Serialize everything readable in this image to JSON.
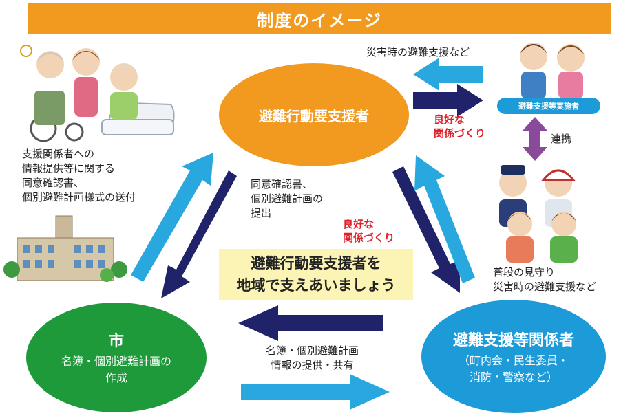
{
  "title": "制度のイメージ",
  "nodes": {
    "main": "避難行動要支援者",
    "city_title": "市",
    "city_sub": [
      "名簿・個別避難計画の",
      "作成"
    ],
    "sup_title": "避難支援等関係者",
    "sup_sub": [
      "（町内会・民生委員・",
      "消防・警察など）"
    ],
    "implementer": "避難支援等実施者"
  },
  "labels": {
    "disaster_support": "災害時の避難支援など",
    "good_relation_1": [
      "良好な",
      "関係づくり"
    ],
    "good_relation_2": [
      "良好な",
      "関係づくり"
    ],
    "cooperation": "連携",
    "send_forms": [
      "支援関係者への",
      "情報提供等に関する",
      "同意確認書、",
      "個別避難計画様式の送付"
    ],
    "submit": [
      "同意確認書、",
      "個別避難計画の",
      "提出"
    ],
    "watch": [
      "普段の見守り",
      "災害時の避難支援など"
    ],
    "share": [
      "名簿・個別避難計画",
      "情報の提供・共有"
    ]
  },
  "center_message": [
    "避難行動要支援者を",
    "地域で支えあいましょう"
  ],
  "colors": {
    "orange": "#f19a1f",
    "green": "#1e9a3a",
    "blue": "#1d9ad8",
    "light_blue_arrow": "#29a8e0",
    "navy_arrow": "#20226a",
    "purple_arrow": "#8a4a9a",
    "red_text": "#e0202a",
    "yellow_box": "#fbf4b5"
  },
  "icons": [
    "elderly-wheelchair-illustration",
    "city-hall-illustration",
    "helpers-illustration",
    "community-group-illustration"
  ]
}
